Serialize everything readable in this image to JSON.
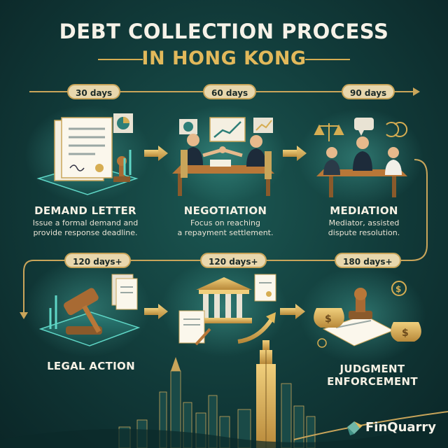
{
  "title": {
    "line1": "DEBT COLLECTION PROCESS",
    "line2": "IN HONG KONG"
  },
  "timeline": {
    "top": [
      "30 days",
      "60 days",
      "90 days"
    ],
    "bottom": [
      "120 days+",
      "120 days+",
      "180 days+"
    ]
  },
  "steps": [
    {
      "title": "DEMAND LETTER",
      "desc": [
        "Issue a formal demand and",
        "provide response deadline."
      ]
    },
    {
      "title": "NEGOTIATION",
      "desc": [
        "Focus on reaching",
        "a repayment settlement."
      ]
    },
    {
      "title": "MEDIATION",
      "desc": [
        "Mediator, assisted",
        "dispute resolution."
      ]
    },
    {
      "title": "LEGAL ACTION",
      "desc": []
    },
    {
      "title": "JUDGMENT",
      "title2": "ENFORCEMENT",
      "desc": []
    }
  ],
  "brand": {
    "name": "FinQuarry"
  },
  "colors": {
    "background": "#113a39",
    "gold": "#d6ad52",
    "pill": "#e8d7ad",
    "text": "#f6f2e8"
  },
  "icons": [
    "document-icon",
    "stamp-icon",
    "handshake-icon",
    "scales-icon",
    "gavel-icon",
    "courthouse-icon",
    "money-bag-icon",
    "chart-icon",
    "skyline"
  ]
}
